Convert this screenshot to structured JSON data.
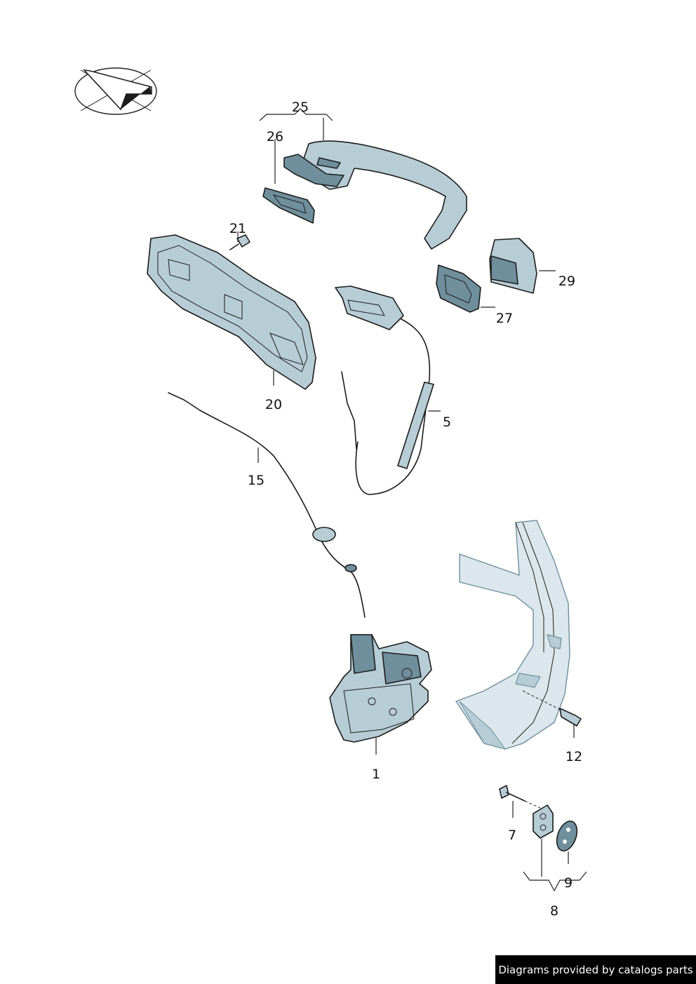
{
  "diagram": {
    "callouts": {
      "p1": "1",
      "p5": "5",
      "p7": "7",
      "p8": "8",
      "p9": "9",
      "p12": "12",
      "p15": "15",
      "p20": "20",
      "p21": "21",
      "p25": "25",
      "p26": "26",
      "p27": "27",
      "p29": "29"
    }
  },
  "colors": {
    "part_fill": "#b7cdd6",
    "part_shade": "#6f8f9c",
    "body_panel": "#dbe7ec"
  },
  "footer": {
    "credit": "Diagrams provided by catalogs parts"
  }
}
